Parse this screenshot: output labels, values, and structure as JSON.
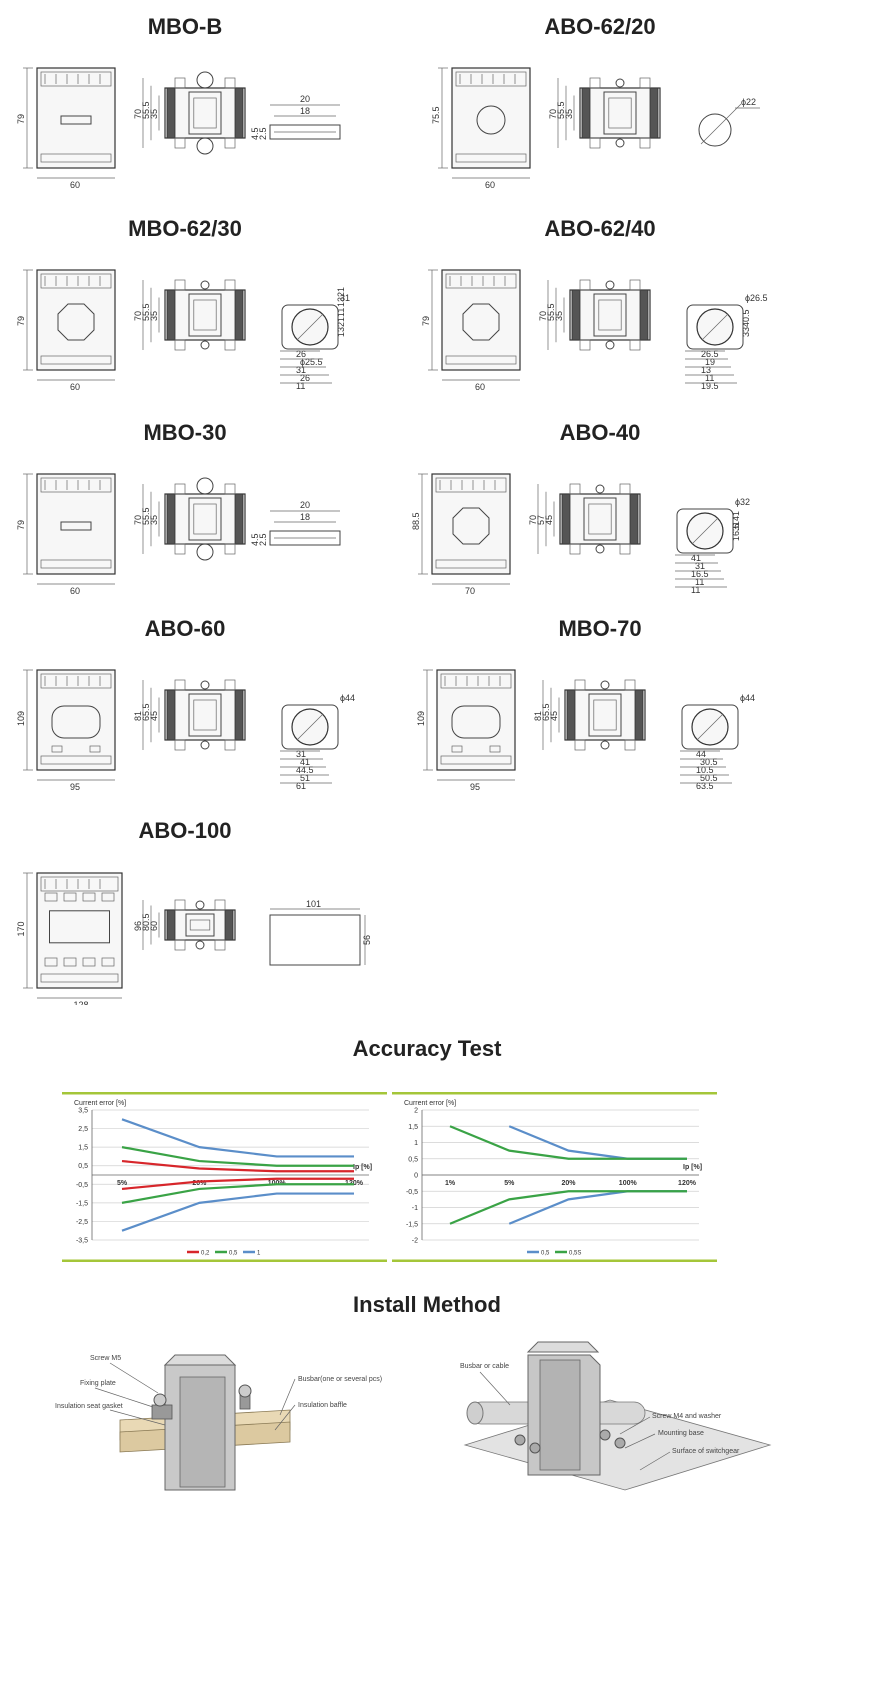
{
  "models": [
    {
      "title": "MBO-B",
      "variant": "slot",
      "left_dims": [
        "79",
        "60"
      ],
      "mid_dims": [
        "70",
        "55.5",
        "35"
      ],
      "right_dims": [
        "20",
        "18",
        "4.5",
        "2.5"
      ]
    },
    {
      "title": "ABO-62/20",
      "variant": "round",
      "left_dims": [
        "75.5",
        "60"
      ],
      "mid_dims": [
        "70",
        "55.5",
        "35"
      ],
      "right_dims": [
        "ϕ22"
      ]
    },
    {
      "title": "MBO-62/30",
      "variant": "cross",
      "left_dims": [
        "79",
        "60"
      ],
      "mid_dims": [
        "70",
        "55.5",
        "35"
      ],
      "right_dims": [
        "31",
        "26",
        "ϕ25.5",
        "31",
        "26",
        "11",
        "13",
        "21",
        "11",
        "13",
        "21"
      ]
    },
    {
      "title": "ABO-62/40",
      "variant": "cross",
      "left_dims": [
        "79",
        "60"
      ],
      "mid_dims": [
        "70",
        "55.5",
        "35"
      ],
      "right_dims": [
        "ϕ26.5",
        "26.5",
        "19",
        "13",
        "11",
        "19.5",
        "33",
        "40.5"
      ]
    },
    {
      "title": "MBO-30",
      "variant": "slot",
      "left_dims": [
        "79",
        "60"
      ],
      "mid_dims": [
        "70",
        "55.5",
        "35"
      ],
      "right_dims": [
        "20",
        "18",
        "4.5",
        "2.5"
      ]
    },
    {
      "title": "ABO-40",
      "variant": "cross",
      "left_dims": [
        "88.5",
        "70"
      ],
      "mid_dims": [
        "70",
        "57",
        "45"
      ],
      "right_dims": [
        "ϕ32",
        "41",
        "31",
        "16.5",
        "11",
        "11",
        "16.5",
        "31",
        "41"
      ]
    },
    {
      "title": "ABO-60",
      "variant": "oval",
      "left_dims": [
        "109",
        "95"
      ],
      "mid_dims": [
        "81",
        "65.5",
        "45"
      ],
      "right_dims": [
        "ϕ44",
        "31",
        "41",
        "44.5",
        "51",
        "61"
      ]
    },
    {
      "title": "MBO-70",
      "variant": "oval",
      "left_dims": [
        "109",
        "95"
      ],
      "mid_dims": [
        "81",
        "65.5",
        "45"
      ],
      "right_dims": [
        "ϕ44",
        "44",
        "30.5",
        "10.5",
        "50.5",
        "63.5"
      ]
    },
    {
      "title": "ABO-100",
      "variant": "rect",
      "left_dims": [
        "170",
        "128"
      ],
      "mid_dims": [
        "96",
        "80.5",
        "60"
      ],
      "right_dims": [
        "101",
        "56"
      ]
    }
  ],
  "accuracy": {
    "title": "Accuracy Test",
    "charts": [
      {
        "type": "line",
        "ylabel": "Current error [%]",
        "xlabel_unit": "Ip [%]",
        "ylim": [
          -3.5,
          3.5
        ],
        "yticks": [
          "3,5",
          "2,5",
          "1,5",
          "0,5",
          "-0,5",
          "-1,5",
          "-2,5",
          "-3,5"
        ],
        "x": [
          "5%",
          "20%",
          "100%",
          "120%"
        ],
        "series": [
          {
            "name": "0,2",
            "color": "#d7262b",
            "upper": [
              0.75,
              0.35,
              0.2,
              0.2
            ],
            "lower": [
              -0.75,
              -0.35,
              -0.2,
              -0.2
            ]
          },
          {
            "name": "0,5",
            "color": "#3aa346",
            "upper": [
              1.5,
              0.75,
              0.5,
              0.5
            ],
            "lower": [
              -1.5,
              -0.75,
              -0.5,
              -0.5
            ]
          },
          {
            "name": "1",
            "color": "#5b8ec9",
            "upper": [
              3.0,
              1.5,
              1.0,
              1.0
            ],
            "lower": [
              -3.0,
              -1.5,
              -1.0,
              -1.0
            ]
          }
        ]
      },
      {
        "type": "line",
        "ylabel": "Current error [%]",
        "xlabel_unit": "Ip [%]",
        "ylim": [
          -2,
          2
        ],
        "yticks": [
          "2",
          "1,5",
          "1",
          "0,5",
          "0",
          "-0,5",
          "-1",
          "-1,5",
          "-2"
        ],
        "x": [
          "1%",
          "5%",
          "20%",
          "100%",
          "120%"
        ],
        "series": [
          {
            "name": "0,5",
            "color": "#5b8ec9",
            "upper": [
              null,
              1.5,
              0.75,
              0.5,
              0.5
            ],
            "lower": [
              null,
              -1.5,
              -0.75,
              -0.5,
              -0.5
            ]
          },
          {
            "name": "0,5S",
            "color": "#3aa346",
            "upper": [
              1.5,
              0.75,
              0.5,
              0.5,
              0.5
            ],
            "lower": [
              -1.5,
              -0.75,
              -0.5,
              -0.5,
              -0.5
            ]
          }
        ]
      }
    ]
  },
  "install": {
    "title": "Install Method",
    "left_labels": [
      "Screw M5",
      "Fixing plate",
      "Insulation seat gasket",
      "Busbar(one or several pcs)",
      "Insulation baffle"
    ],
    "right_labels": [
      "Busbar or cable",
      "Screw M4 and washer",
      "Mounting base",
      "Surface of switchgear"
    ]
  }
}
